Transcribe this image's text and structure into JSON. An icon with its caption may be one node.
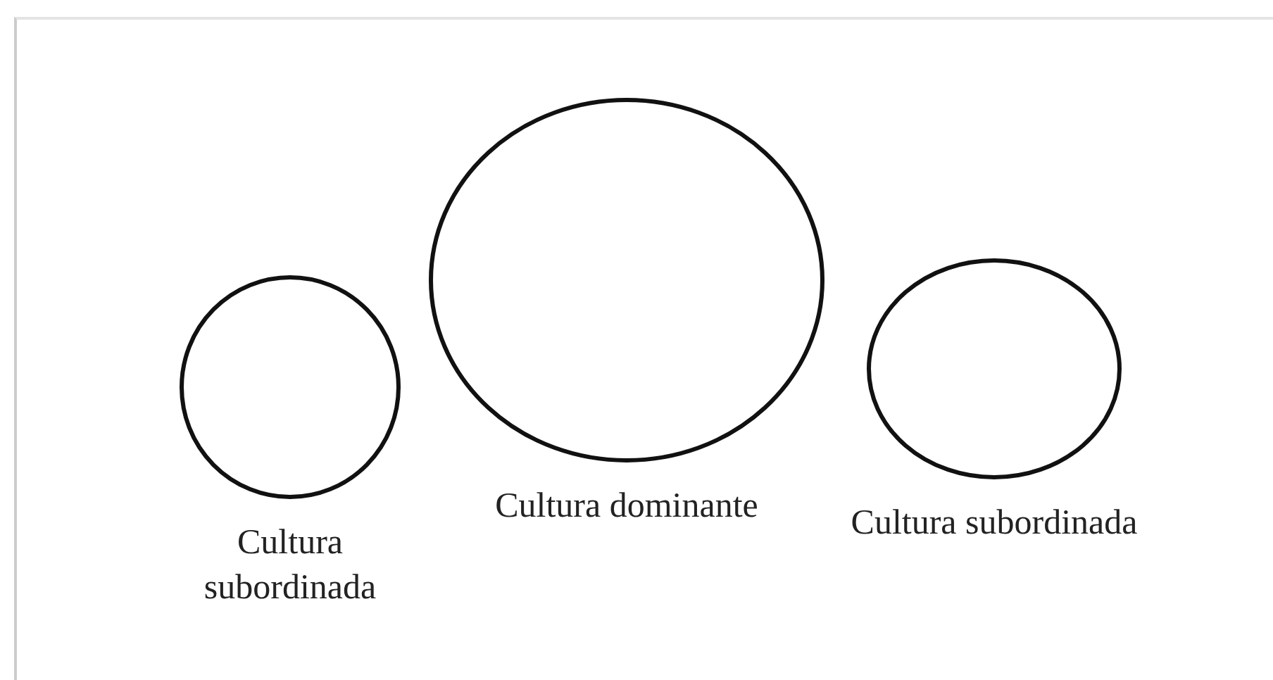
{
  "diagram": {
    "nodes": [
      {
        "text": [
          "Cultura subordinada"
        ]
      },
      {
        "text": [
          "Cultura dominante"
        ]
      },
      {
        "text": [
          "Cultura subordinada"
        ]
      }
    ]
  }
}
